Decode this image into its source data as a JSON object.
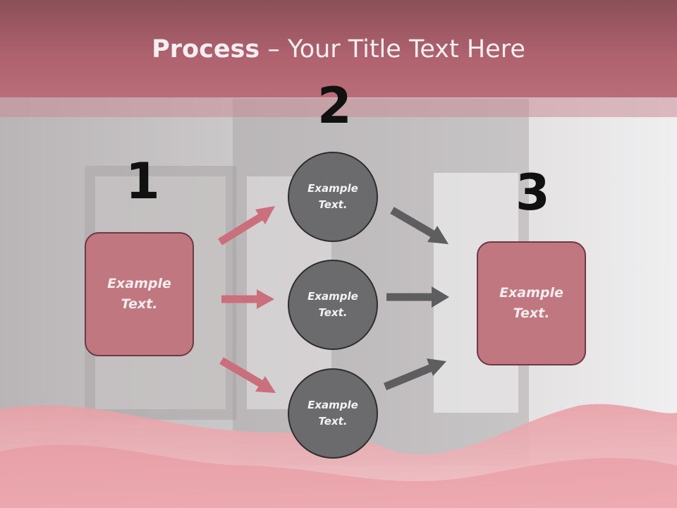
{
  "slide": {
    "title_bold": "Process",
    "title_rest": " – Your Title Text Here",
    "steps": [
      "1",
      "2",
      "3"
    ],
    "left_box": "Example Text.",
    "circles": [
      "Example Text.",
      "Example Text.",
      "Example Text."
    ],
    "right_box": "Example Text."
  },
  "colors": {
    "header": "#b0636f",
    "box_fill": "#c17780",
    "circle_fill": "#6b6b6d",
    "arrow_pink": "#c9707c",
    "arrow_gray": "#5e5e60"
  }
}
